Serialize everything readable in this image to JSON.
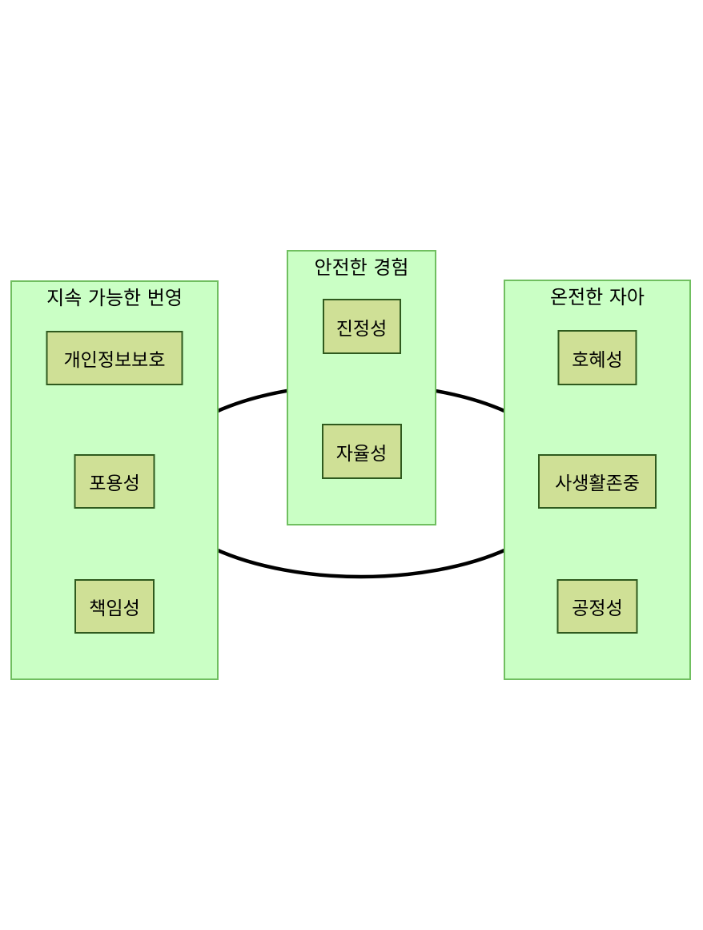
{
  "diagram_title": "",
  "panels": [
    {
      "title": "지속 가능한 번영",
      "boxes": [
        {
          "label": "개인정보보호"
        },
        {
          "label": "포용성"
        },
        {
          "label": "책임성"
        }
      ]
    },
    {
      "title": "안전한 경험",
      "boxes": [
        {
          "label": "진정성"
        },
        {
          "label": "자율성"
        }
      ]
    },
    {
      "title": "온전한 자아",
      "boxes": [
        {
          "label": "호혜성"
        },
        {
          "label": "사생활존중"
        },
        {
          "label": "공정성"
        }
      ]
    }
  ],
  "connector": {
    "shape": "ellipse-outline",
    "description": "large black ellipse outline drawn behind all three panels linking them"
  },
  "colors": {
    "background": "#ffffff",
    "panel_fill": "#caffc5",
    "panel_border": "#70bf60",
    "box_fill": "#cfe096",
    "box_border": "#2f5a1e",
    "connector": "#000000",
    "text": "#000000"
  }
}
